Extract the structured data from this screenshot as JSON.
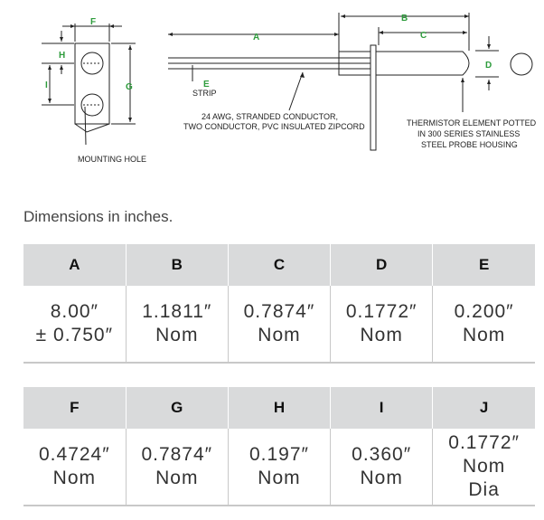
{
  "diagram": {
    "labels": {
      "F": "F",
      "H": "H",
      "I": "I",
      "G": "G",
      "A": "A",
      "B": "B",
      "C": "C",
      "D": "D",
      "E": "E"
    },
    "strip": "STRIP",
    "mounting_hole": "MOUNTING HOLE",
    "conductor_line1": "24 AWG, STRANDED CONDUCTOR,",
    "conductor_line2": "TWO CONDUCTOR, PVC INSULATED ZIPCORD",
    "thermistor_line1": "THERMISTOR ELEMENT POTTED",
    "thermistor_line2": "IN 300 SERIES STAINLESS",
    "thermistor_line3": "STEEL PROBE HOUSING",
    "label_color": "#2e9c3c"
  },
  "subtitle": "Dimensions in inches.",
  "table1": {
    "headers": [
      "A",
      "B",
      "C",
      "D",
      "E"
    ],
    "cells": [
      [
        "8.00″",
        "± 0.750″"
      ],
      [
        "1.1811″",
        "Nom"
      ],
      [
        "0.7874″",
        "Nom"
      ],
      [
        "0.1772″",
        "Nom"
      ],
      [
        "0.200″",
        "Nom"
      ]
    ]
  },
  "table2": {
    "headers": [
      "F",
      "G",
      "H",
      "I",
      "J"
    ],
    "cells": [
      [
        "0.4724″",
        "Nom"
      ],
      [
        "0.7874″",
        "Nom"
      ],
      [
        "0.197″",
        "Nom"
      ],
      [
        "0.360″",
        "Nom"
      ],
      [
        "0.1772″",
        "Nom",
        "Dia"
      ]
    ]
  }
}
